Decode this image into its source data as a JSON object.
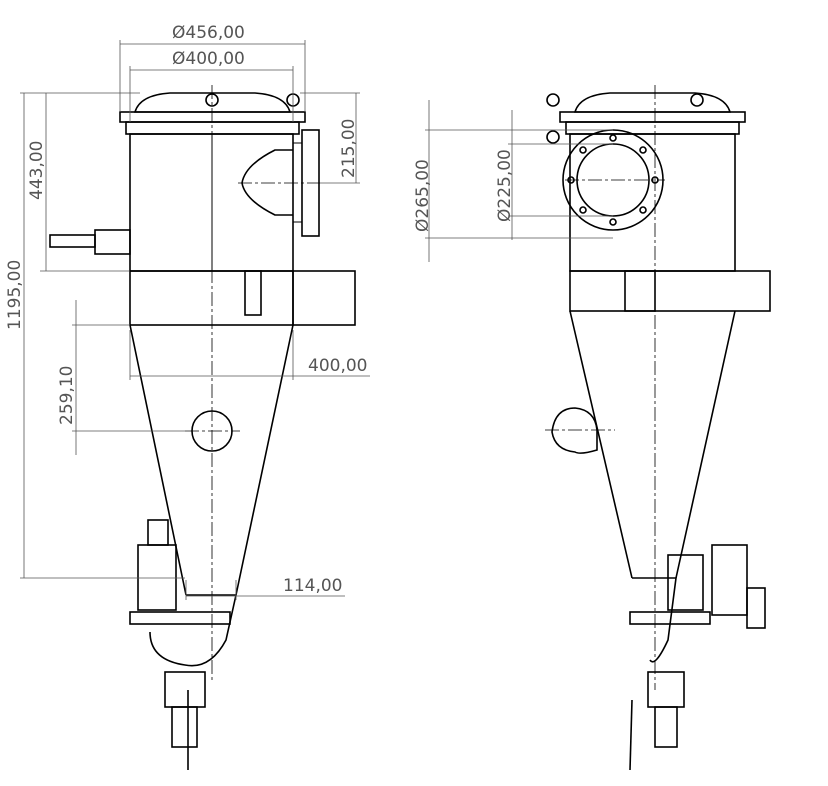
{
  "drawing": {
    "left_view": {
      "dimensions": {
        "top_outer_diameter": "Ø456,00",
        "top_inner_diameter": "Ø400,00",
        "upper_height": "443,00",
        "inlet_height": "215,00",
        "total_height": "1195,00",
        "side_port_height": "259,10",
        "body_width": "400,00",
        "outlet_width": "114,00"
      }
    },
    "right_view": {
      "dimensions": {
        "flange_outer_diameter": "Ø265,00",
        "flange_inner_diameter": "Ø225,00"
      }
    }
  }
}
